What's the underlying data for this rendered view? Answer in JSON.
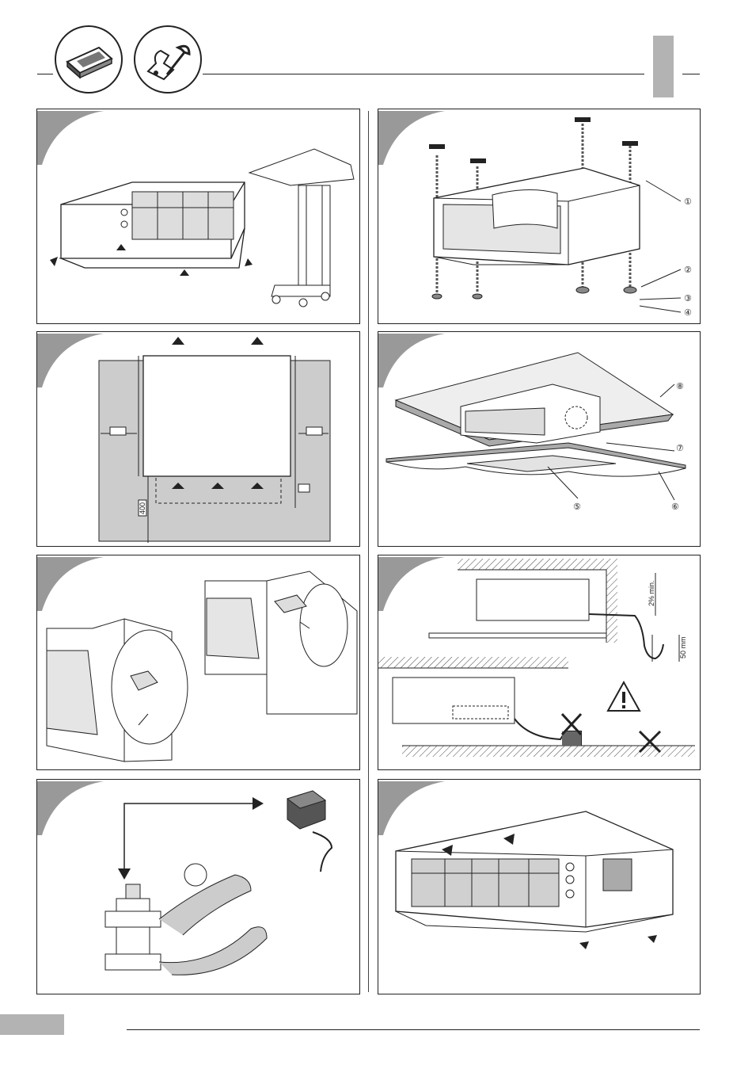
{
  "header": {
    "icons": [
      "manual-book-icon",
      "service-tools-icon"
    ],
    "tab_color": "#b3b3b3"
  },
  "panels": {
    "p2": {
      "callouts": [
        "①",
        "②",
        "③",
        "④"
      ]
    },
    "p3": {
      "clearance": "400"
    },
    "p4": {
      "callouts": [
        "⑧",
        "⑦",
        "⑤",
        "⑥"
      ]
    },
    "p6": {
      "slope": "2% min.",
      "trap": "50 mm"
    }
  },
  "footer": {
    "tab_color": "#b3b3b3"
  },
  "colors": {
    "stroke": "#222222",
    "shade": "#cccccc",
    "filter": "#d0d0d0"
  }
}
